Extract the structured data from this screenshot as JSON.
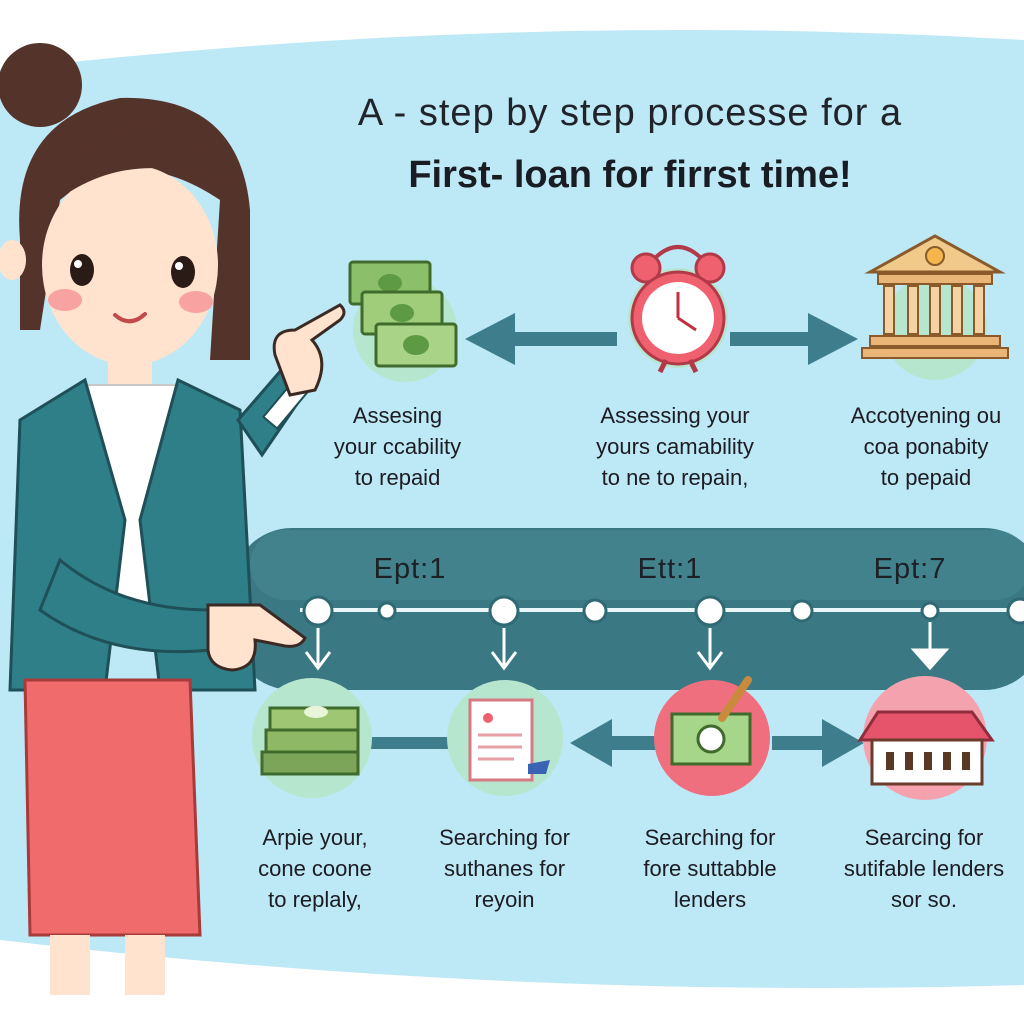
{
  "title": {
    "line1": "A - step by step processe for  a",
    "line2": "First- loan for firrst time!"
  },
  "top_steps": [
    {
      "icon": "cash-stack-icon",
      "caption": [
        "Assesing",
        "your ccability",
        "to repaid"
      ]
    },
    {
      "icon": "alarm-clock-icon",
      "caption": [
        "Assessing your",
        "yours camability",
        "to ne to repain,"
      ]
    },
    {
      "icon": "bank-building-icon",
      "caption": [
        "Accotyening ou",
        "coa ponabity",
        "to pepaid"
      ]
    }
  ],
  "step_labels": [
    "Ept:1",
    "Ett:1",
    "Ept:7"
  ],
  "bottom_steps": [
    {
      "icon": "money-bundle-icon",
      "caption": [
        "Arpie your,",
        "cone coone",
        "to replaly,"
      ]
    },
    {
      "icon": "document-icon",
      "caption": [
        "Searching for",
        "suthanes for",
        "reyoin"
      ]
    },
    {
      "icon": "check-with-pen-icon",
      "caption": [
        "Searching for",
        "fore suttabble",
        "lenders"
      ]
    },
    {
      "icon": "house-icon",
      "caption": [
        "Searcing for",
        "sutifable lenders",
        "sor so."
      ]
    }
  ],
  "colors": {
    "sky": "#bde8f6",
    "arrow": "#3e7e8c",
    "band": "#3a7884",
    "node": "#ffffff",
    "jacket": "#2f7f88",
    "skirt": "#f06b6b",
    "alarm": "#f06170"
  }
}
